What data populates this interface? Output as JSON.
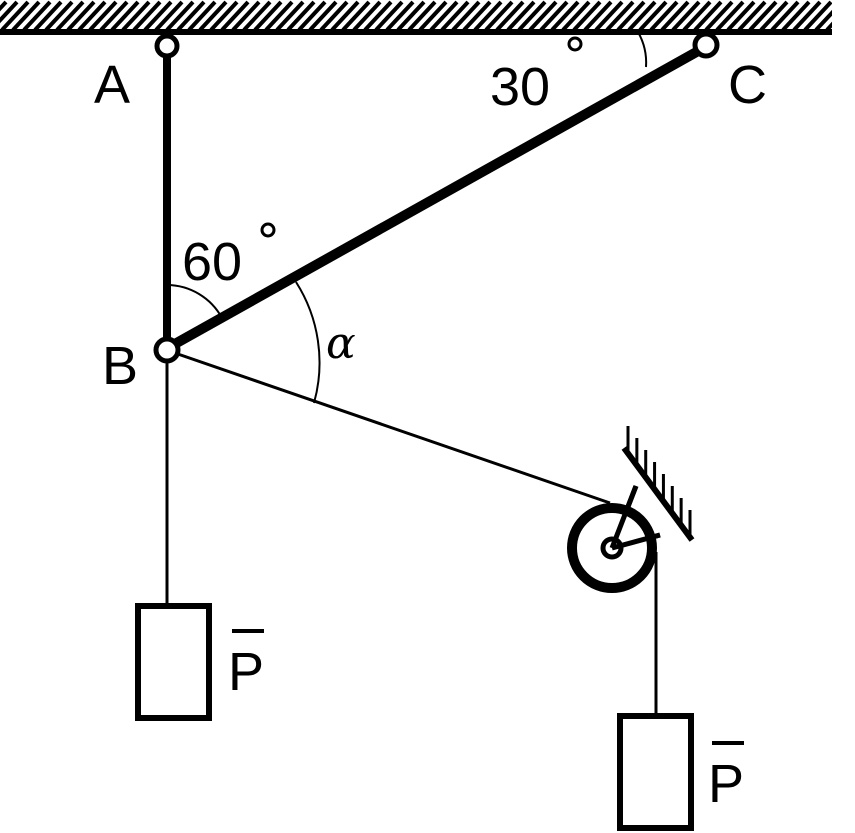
{
  "labels": {
    "point_a": "A",
    "point_b": "B",
    "point_c": "C",
    "angle_at_c": "30",
    "angle_at_b": "60",
    "angle_alpha": "α",
    "weight_left": "P",
    "weight_right": "P"
  },
  "colors": {
    "stroke": "#000000",
    "background": "#ffffff"
  }
}
